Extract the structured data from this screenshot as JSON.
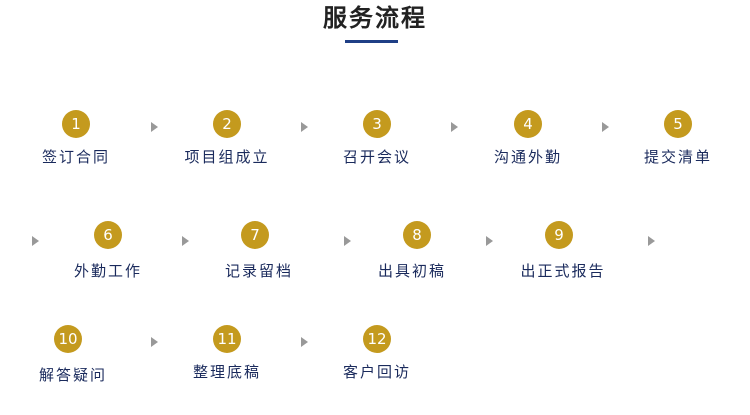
{
  "title": "服务流程",
  "steps": [
    {
      "number": "1",
      "label": "签订合同"
    },
    {
      "number": "2",
      "label": "项目组成立"
    },
    {
      "number": "3",
      "label": "召开会议"
    },
    {
      "number": "4",
      "label": "沟通外勤"
    },
    {
      "number": "5",
      "label": "提交清单"
    },
    {
      "number": "6",
      "label": "外勤工作"
    },
    {
      "number": "7",
      "label": "记录留档"
    },
    {
      "number": "8",
      "label": "出具初稿"
    },
    {
      "number": "9",
      "label": "出正式报告"
    },
    {
      "number": "10",
      "label": "解答疑问"
    },
    {
      "number": "11",
      "label": "整理底稿"
    },
    {
      "number": "12",
      "label": "客户回访"
    }
  ],
  "colors": {
    "circle": "#c49a1e",
    "label": "#1a2a5c",
    "underline": "#1f3f86",
    "arrow": "#999999"
  },
  "icons": {
    "arrow": "right-triangle-arrow-icon"
  }
}
